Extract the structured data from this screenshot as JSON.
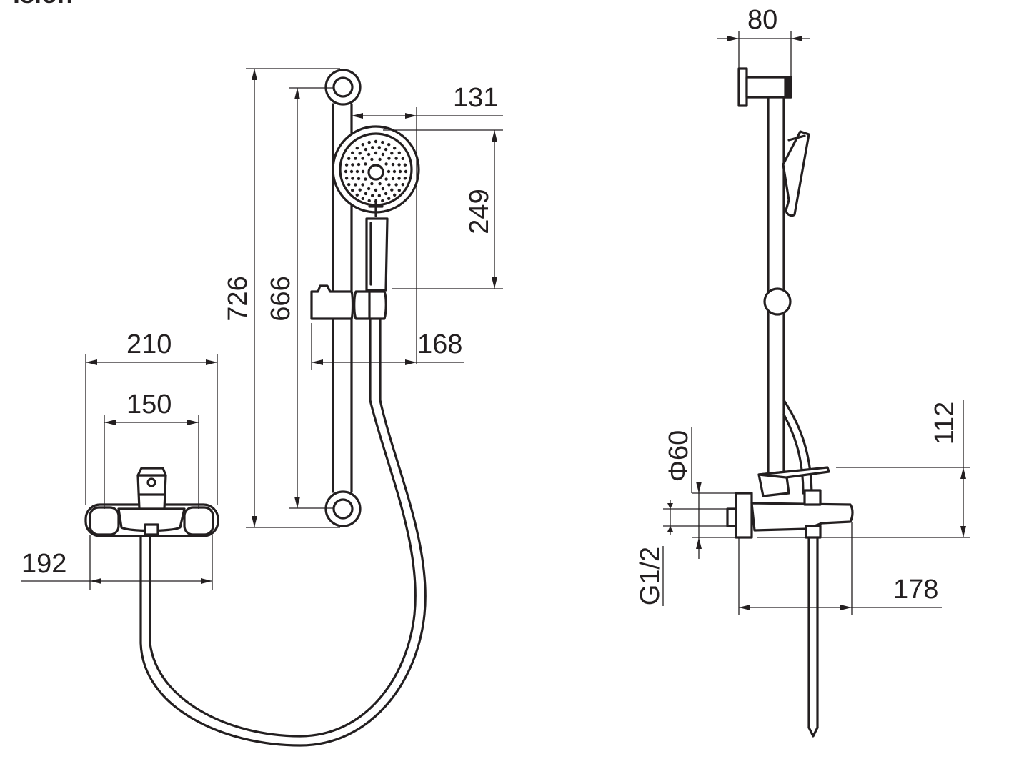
{
  "header_fragment": "ision",
  "dimensions": {
    "d80": "80",
    "d131": "131",
    "d249": "249",
    "d726": "726",
    "d666": "666",
    "d168": "168",
    "d210": "210",
    "d150": "150",
    "d192": "192",
    "d112": "112",
    "d178": "178",
    "phi60": "Φ60",
    "g12": "G1/2"
  }
}
